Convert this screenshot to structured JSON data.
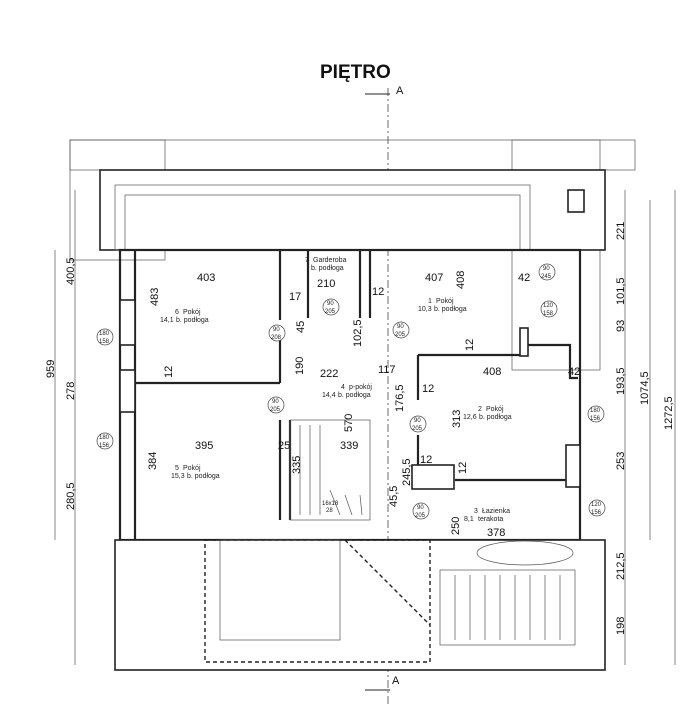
{
  "title": "PIĘTRO",
  "section_marker": "A",
  "rooms": [
    {
      "number": "6",
      "name": "Pokój",
      "area": "14,1",
      "floor": "b. podłoga"
    },
    {
      "number": "7",
      "name": "Garderoba",
      "area": "",
      "floor": "b. podłoga"
    },
    {
      "number": "1",
      "name": "Pokój",
      "area": "10,3",
      "floor": "b. podłoga"
    },
    {
      "number": "4",
      "name": "p-pokój",
      "area": "14,4",
      "floor": "b. podłoga"
    },
    {
      "number": "2",
      "name": "Pokój",
      "area": "12,6",
      "floor": "b. podłoga"
    },
    {
      "number": "5",
      "name": "Pokój",
      "area": "15,3",
      "floor": "b. podłoga"
    },
    {
      "number": "3",
      "name": "Łazienka",
      "area": "8,1",
      "floor": "terakota"
    }
  ],
  "stairs": {
    "steps": "16x18",
    "count": "28"
  },
  "dimensions_outer": [
    "400,5",
    "959",
    "278",
    "280,5",
    "221",
    "101,5",
    "93",
    "193,5",
    "253",
    "212,5",
    "198",
    "1074,5",
    "1272,5"
  ],
  "dimensions_inner": [
    "403",
    "483",
    "210",
    "17",
    "12",
    "407",
    "408",
    "42",
    "45",
    "102,5",
    "190",
    "222",
    "117",
    "12",
    "176,5",
    "12",
    "408",
    "42",
    "12",
    "313",
    "395",
    "25",
    "339",
    "384",
    "335",
    "570",
    "245,5",
    "45,5",
    "12",
    "12",
    "250",
    "378"
  ],
  "openings": [
    {
      "w": "90",
      "h": "245"
    },
    {
      "w": "120",
      "h": "158"
    },
    {
      "w": "180",
      "h": "158"
    },
    {
      "w": "90",
      "h": "205"
    },
    {
      "w": "90",
      "h": "208"
    },
    {
      "w": "90",
      "h": "205"
    },
    {
      "w": "180",
      "h": "156"
    },
    {
      "w": "90",
      "h": "205"
    },
    {
      "w": "180",
      "h": "156"
    },
    {
      "w": "90",
      "h": "205"
    },
    {
      "w": "120",
      "h": "156"
    },
    {
      "w": "90",
      "h": "205"
    }
  ]
}
